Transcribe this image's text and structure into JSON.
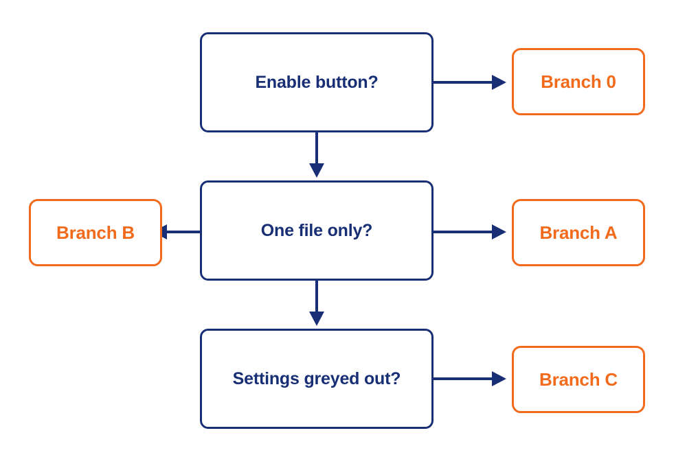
{
  "diagram": {
    "type": "flowchart",
    "colors": {
      "decision": "#182f75",
      "branch": "#f26a1b",
      "connector": "#182f75",
      "background": "#ffffff"
    },
    "decisions": [
      {
        "id": "q1",
        "label": "Enable button?"
      },
      {
        "id": "q2",
        "label": "One file only?"
      },
      {
        "id": "q3",
        "label": "Settings greyed out?"
      }
    ],
    "branches": [
      {
        "id": "branch-0",
        "label": "Branch 0"
      },
      {
        "id": "branch-a",
        "label": "Branch A"
      },
      {
        "id": "branch-b",
        "label": "Branch B"
      },
      {
        "id": "branch-c",
        "label": "Branch C"
      }
    ],
    "edges": [
      {
        "from": "q1",
        "to": "branch-0"
      },
      {
        "from": "q1",
        "to": "q2"
      },
      {
        "from": "q2",
        "to": "branch-a"
      },
      {
        "from": "q2",
        "to": "branch-b"
      },
      {
        "from": "q2",
        "to": "q3"
      },
      {
        "from": "q3",
        "to": "branch-c"
      }
    ]
  }
}
